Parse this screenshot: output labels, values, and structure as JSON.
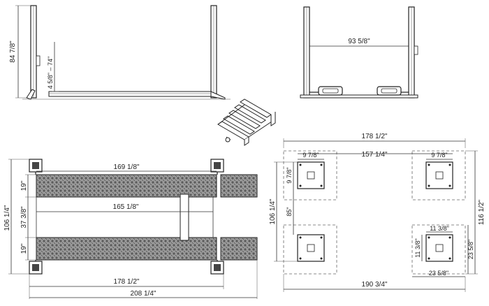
{
  "side_view": {
    "height_label": "84 7/8\"",
    "runway_height_label": "4 5/8\" – 74\""
  },
  "front_view": {
    "width_between_posts_label": "93 5/8\""
  },
  "top_view": {
    "runway_length_label": "169 1/8\"",
    "inner_length_label": "165 1/8\"",
    "overall_width_label": "106 1/4\"",
    "runway_width_top_label": "19\"",
    "gap_label": "37 3/8\"",
    "runway_width_bottom_label": "19\"",
    "post_spacing_label": "178 1/2\"",
    "overall_length_label": "208 1/4\""
  },
  "footprint": {
    "top_outer_label": "178 1/2\"",
    "top_inner_label": "157 1/4\"",
    "plate_left_label": "9 7/8\"",
    "plate_right_label": "9 7/8\"",
    "plate_vertical_label": "9 7/8\"",
    "center_vertical_label": "85\"",
    "left_overall_label": "106 1/4\"",
    "right_overall_label": "116 1/2\"",
    "plate_inner_label": "11 3/8\"",
    "plate_inner_vertical_label": "11 3/8\"",
    "pad_vertical_label": "23 5/8\"",
    "pad_horizontal_label": "23 5/8\"",
    "bottom_overall_label": "190 3/4\""
  }
}
